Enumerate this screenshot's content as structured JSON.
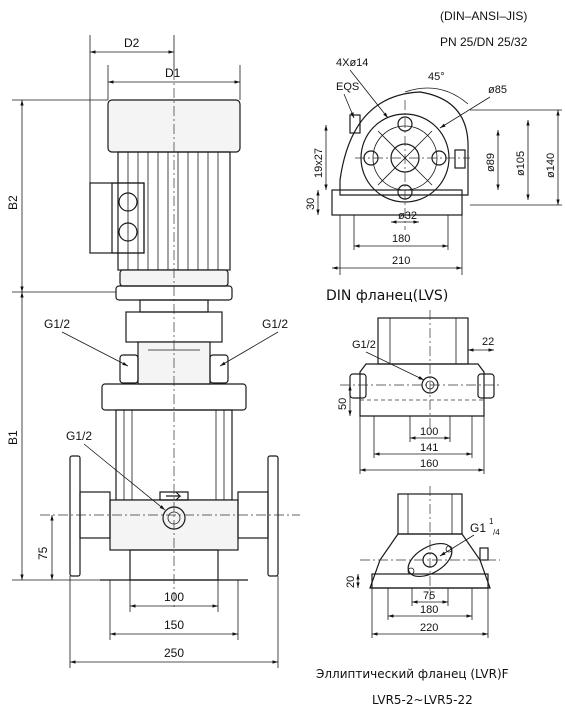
{
  "main_view": {
    "d2": "D2",
    "d1": "D1",
    "b2": "B2",
    "b1": "B1",
    "g_left": "G1/2",
    "g_right": "G1/2",
    "g_lower": "G1/2",
    "h75": "75",
    "w100": "100",
    "w150": "150",
    "w250": "250"
  },
  "din_view": {
    "standard": "(DIN–ANSI–JIS)",
    "pressure": "PN 25/DN 25/32",
    "holes": "4Xø14",
    "eqs": "EQS",
    "angle": "45°",
    "d85": "ø85",
    "d89": "ø89",
    "d105": "ø105",
    "d140": "ø140",
    "d32": "ø32",
    "v19x27": "19x27",
    "v30": "30",
    "w180": "180",
    "w210": "210",
    "caption": "DIN фланец(LVS)"
  },
  "oval_view": {
    "g12": "G1/2",
    "v22": "22",
    "v50": "50",
    "w100": "100",
    "w141": "141",
    "w160": "160"
  },
  "ellip_view": {
    "g": "G1",
    "g_sup": "1",
    "g_sub": "/4",
    "v20": "20",
    "w75": "75",
    "w180": "180",
    "w220": "220",
    "caption": "Эллиптический фланец (LVR)F",
    "models": "LVR5-2~LVR5-22"
  }
}
